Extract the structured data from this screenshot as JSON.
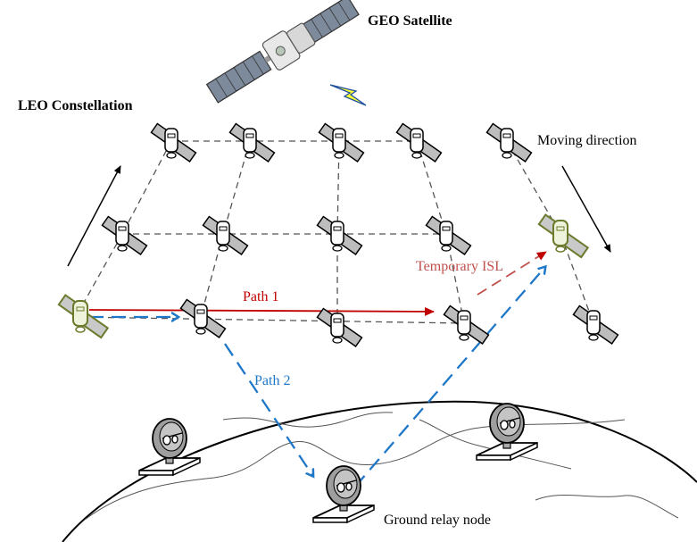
{
  "labels": {
    "geo_satellite": "GEO Satellite",
    "leo_constellation": "LEO Constellation",
    "moving_direction": "Moving direction",
    "temporary_isl": "Temporary ISL",
    "path1": "Path 1",
    "path2": "Path 2",
    "ground_relay_node": "Ground relay node"
  },
  "colors": {
    "path1": "#c00000",
    "temporary_isl": "#c0504d",
    "path2": "#1f77c8",
    "grid": "#555555",
    "highlight_sat": "#6a7b2c",
    "background": "#ffffff"
  },
  "icons": {
    "satellite": "satellite-icon",
    "ground_station": "satellite-dish-icon",
    "geo": "geo-satellite-icon",
    "link": "lightning-bolt-icon"
  }
}
